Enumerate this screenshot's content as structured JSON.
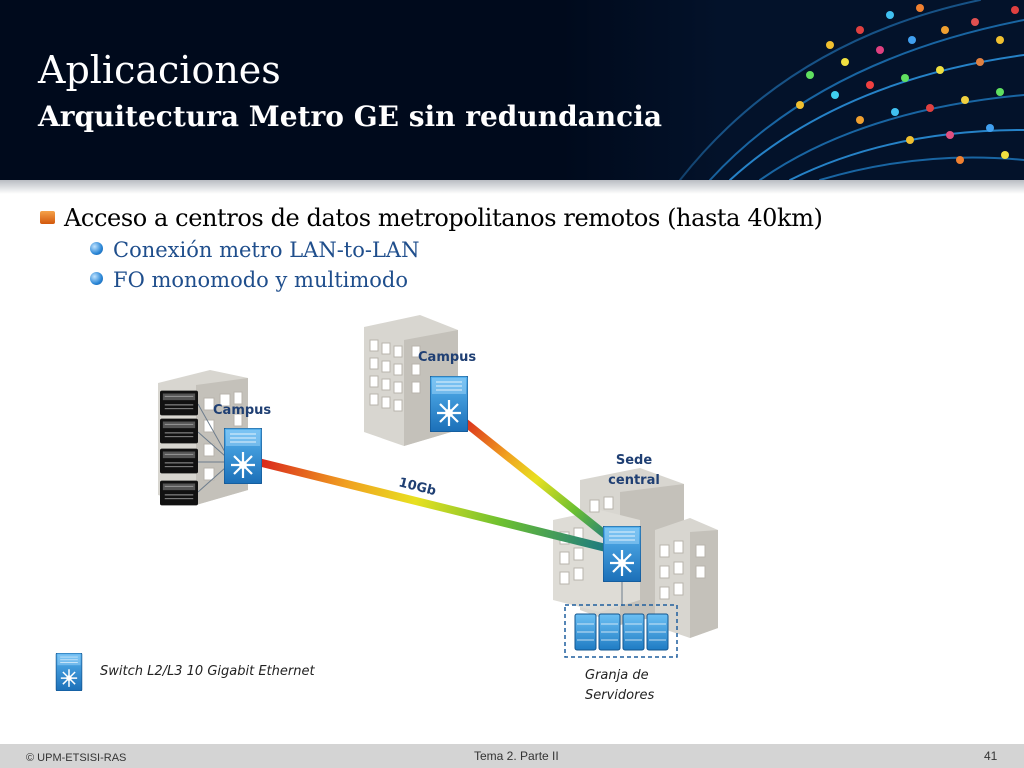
{
  "header": {
    "title": "Aplicaciones",
    "subtitle": "Arquitectura Metro GE sin redundancia"
  },
  "bullets": {
    "main": "Acceso a centros de datos metropolitanos remotos (hasta 40km)",
    "sub": [
      "Conexión metro LAN-to-LAN",
      "FO monomodo y multimodo"
    ]
  },
  "diagram": {
    "campus_top": "Campus",
    "campus_left": "Campus",
    "hq": "Sede central",
    "link": "10Gb",
    "server_farm": "Granja de Servidores",
    "legend": "Switch L2/L3 10 Gigabit Ethernet"
  },
  "footer": {
    "copyright": "© UPM-ETSISI-RAS",
    "topic": "Tema 2. Parte II",
    "page": "41"
  },
  "colors": {
    "header_bg": "#000a1c",
    "link_gradient": [
      "#d9261c",
      "#f0a020",
      "#e8e020",
      "#6cc030",
      "#1d7a80"
    ],
    "switch_blue": "#2a8fd8"
  }
}
